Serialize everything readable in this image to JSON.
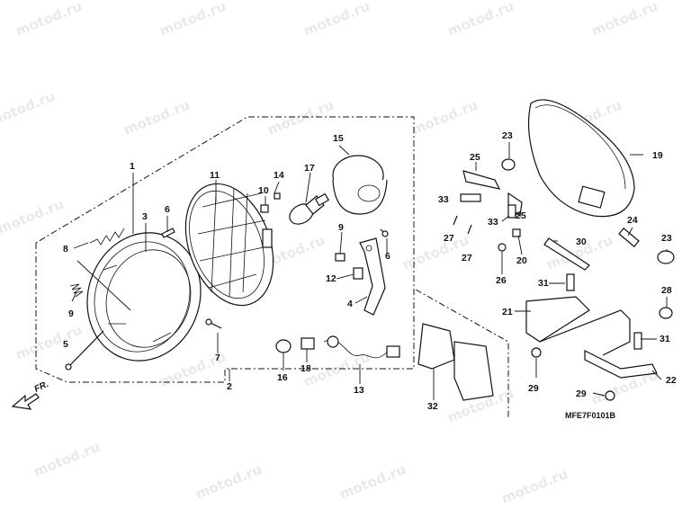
{
  "watermark": "motod.ru",
  "diagram_code": "MFE7F0101B",
  "direction_label": "FR.",
  "callouts": {
    "c1": "1",
    "c2": "2",
    "c3": "3",
    "c4": "4",
    "c5": "5",
    "c6a": "6",
    "c6b": "6",
    "c7": "7",
    "c8": "8",
    "c9a": "9",
    "c9b": "9",
    "c10": "10",
    "c11": "11",
    "c12": "12",
    "c13": "13",
    "c14": "14",
    "c15": "15",
    "c16": "16",
    "c17": "17",
    "c18": "18",
    "c19": "19",
    "c20": "20",
    "c21": "21",
    "c22": "22",
    "c23a": "23",
    "c23b": "23",
    "c24": "24",
    "c25a": "25",
    "c25b": "25",
    "c26": "26",
    "c27a": "27",
    "c27b": "27",
    "c28": "28",
    "c29a": "29",
    "c29b": "29",
    "c30": "30",
    "c31a": "31",
    "c31b": "31",
    "c32": "32",
    "c33a": "33",
    "c33b": "33"
  }
}
